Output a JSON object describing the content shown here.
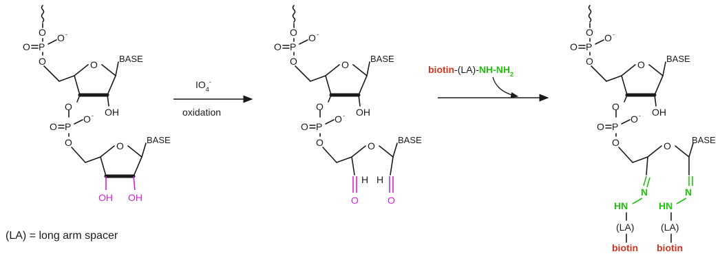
{
  "molecule": {
    "o_atom": "O",
    "p_atom": "P",
    "minus": "-",
    "base": "BASE",
    "oh": "OH",
    "h": "H"
  },
  "step1": {
    "reagent": "IO",
    "reagent_sub": "4",
    "reagent_charge": "-",
    "condition": "oxidation"
  },
  "step2": {
    "reagent_part1": "biotin",
    "reagent_part2": "-(LA)-",
    "reagent_part3": "NH-NH",
    "reagent_sub": "2"
  },
  "product": {
    "hn": "HN",
    "n": "N",
    "la": "(LA)",
    "biotin": "biotin"
  },
  "footnote": "(LA) = long arm spacer",
  "colors": {
    "modified_group": "#d21fd8",
    "hydrazide": "#22c10e",
    "biotin": "#d2331f"
  }
}
